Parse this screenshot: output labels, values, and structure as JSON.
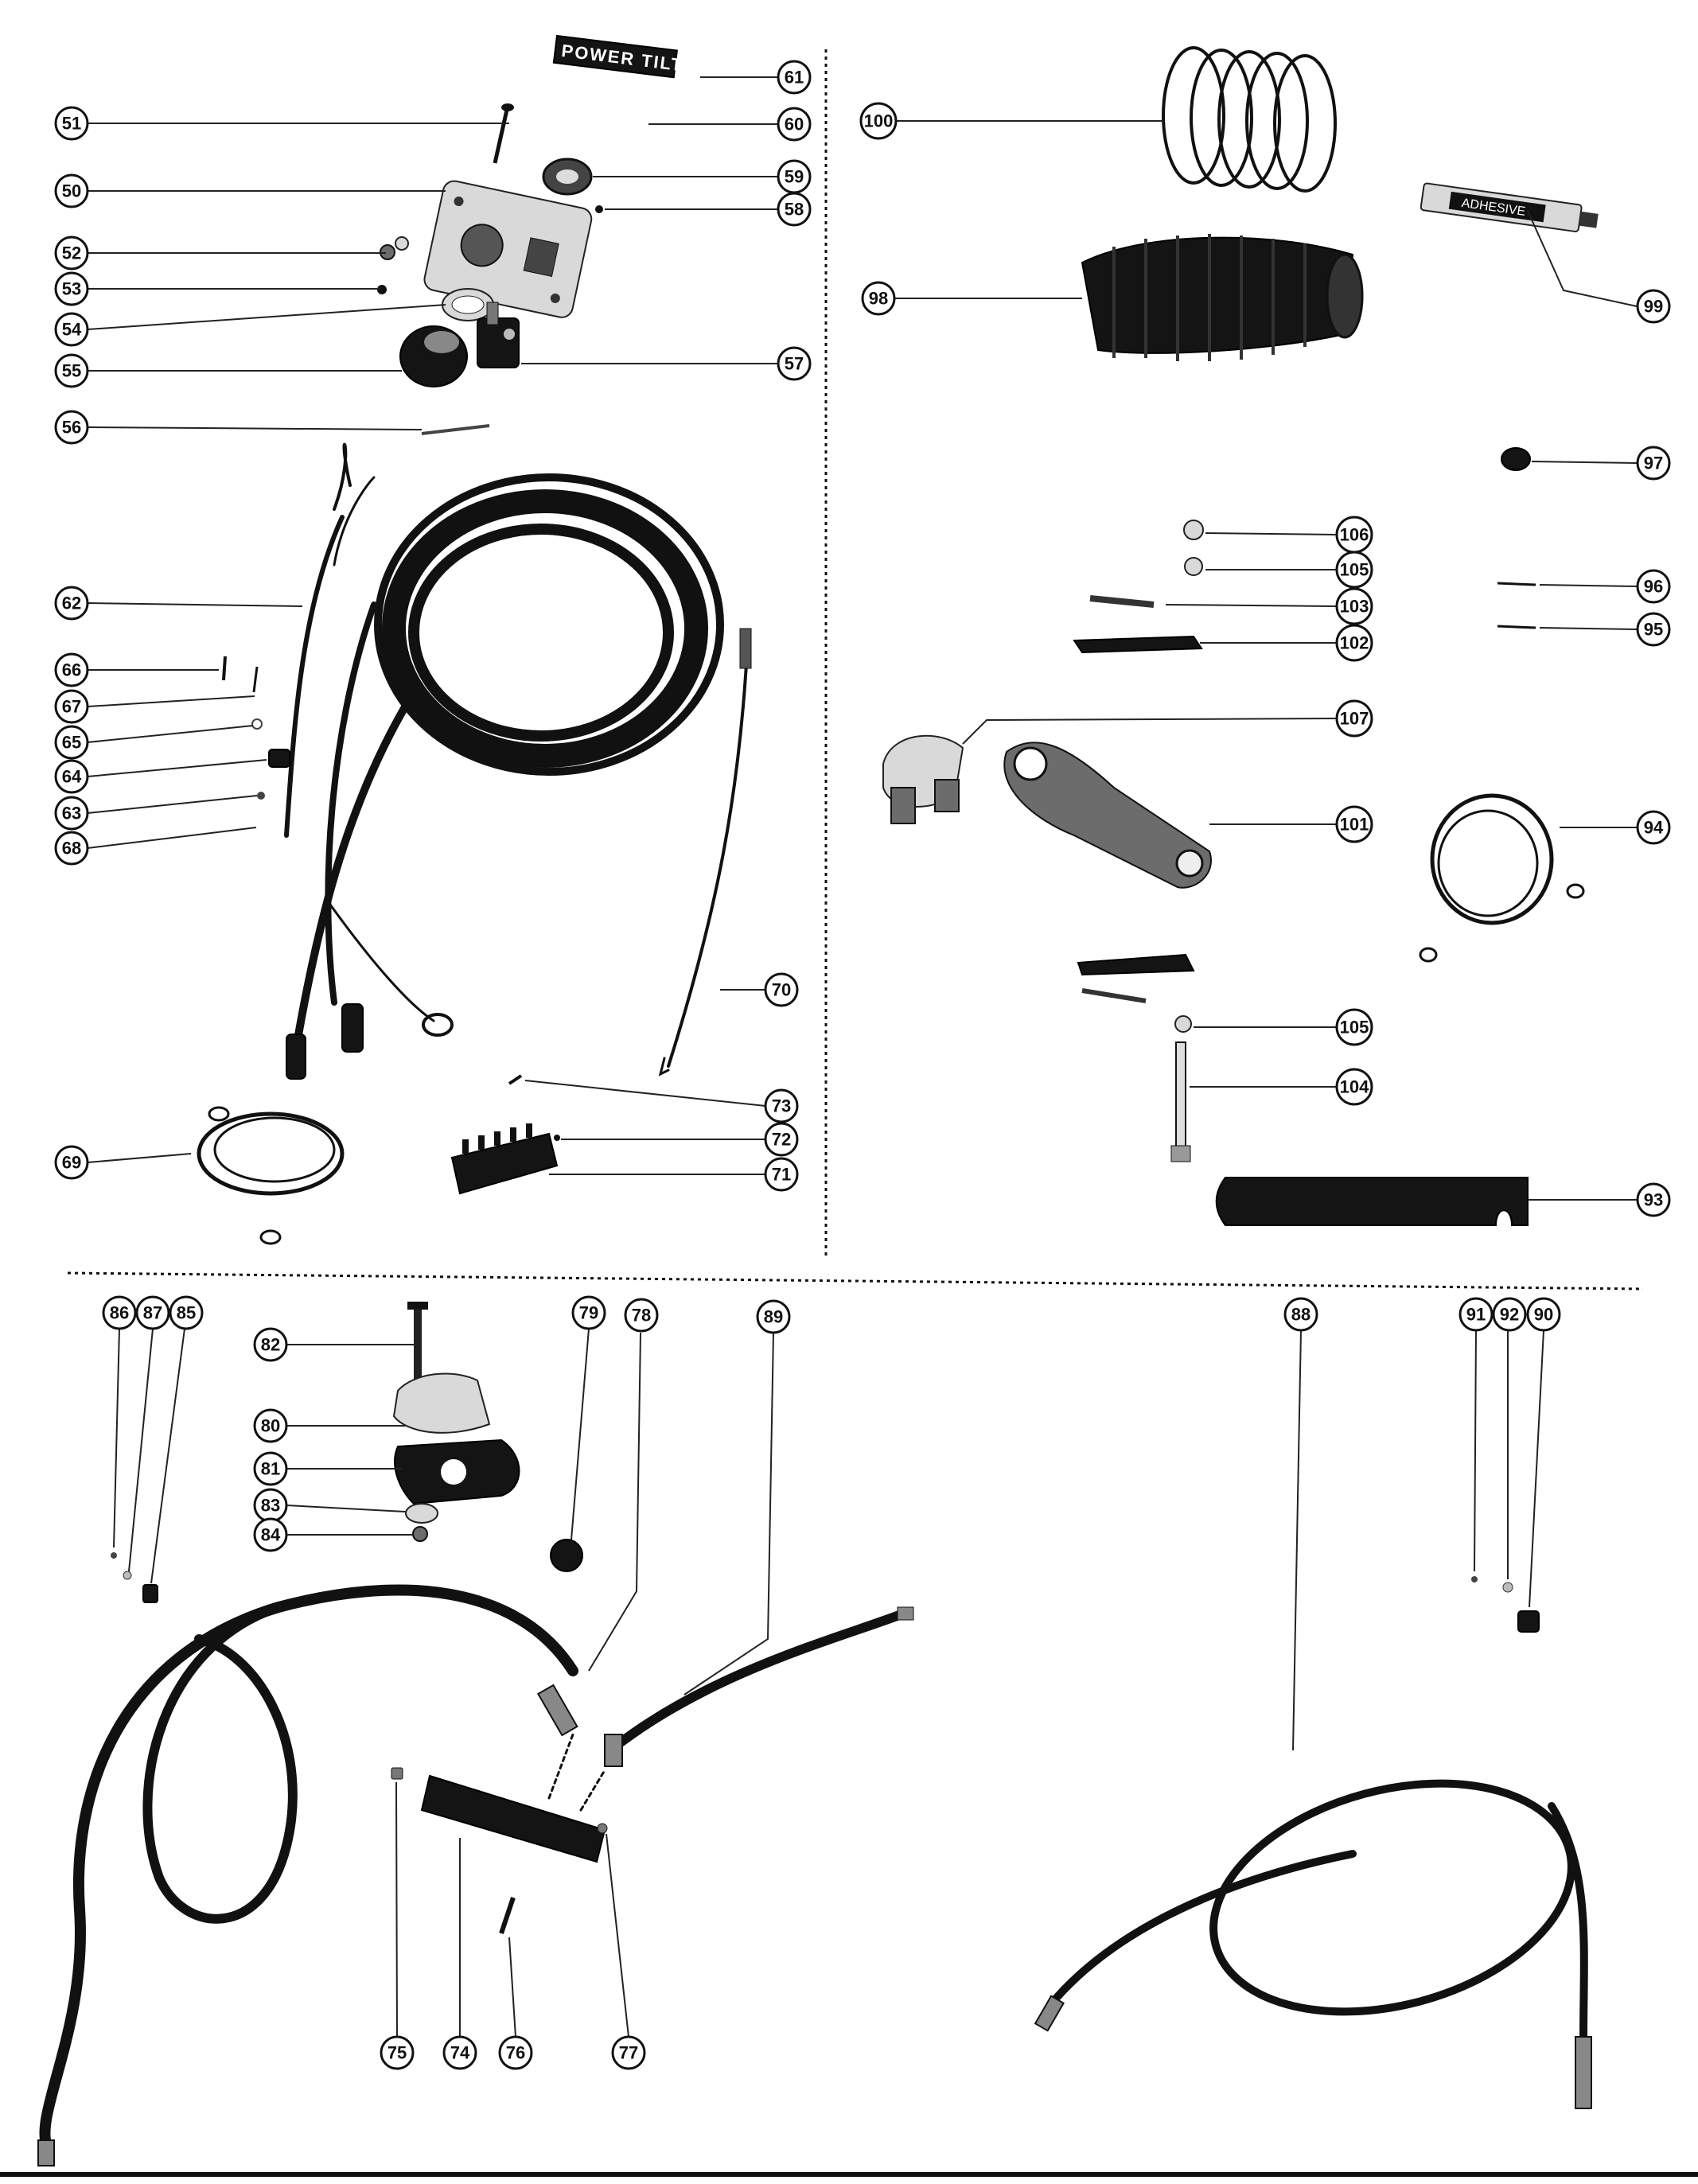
{
  "diagram": {
    "decal_text": "POWER TILT",
    "tube_label": "ADHESIVE",
    "callouts": [
      "50",
      "51",
      "52",
      "53",
      "54",
      "55",
      "56",
      "57",
      "58",
      "59",
      "60",
      "61",
      "62",
      "63",
      "64",
      "65",
      "66",
      "67",
      "68",
      "69",
      "70",
      "71",
      "72",
      "73",
      "74",
      "75",
      "76",
      "77",
      "78",
      "79",
      "80",
      "81",
      "82",
      "83",
      "84",
      "85",
      "86",
      "87",
      "88",
      "89",
      "90",
      "91",
      "92",
      "93",
      "94",
      "95",
      "96",
      "97",
      "98",
      "99",
      "100",
      "101",
      "102",
      "103",
      "104",
      "105",
      "105",
      "106",
      "107"
    ]
  }
}
